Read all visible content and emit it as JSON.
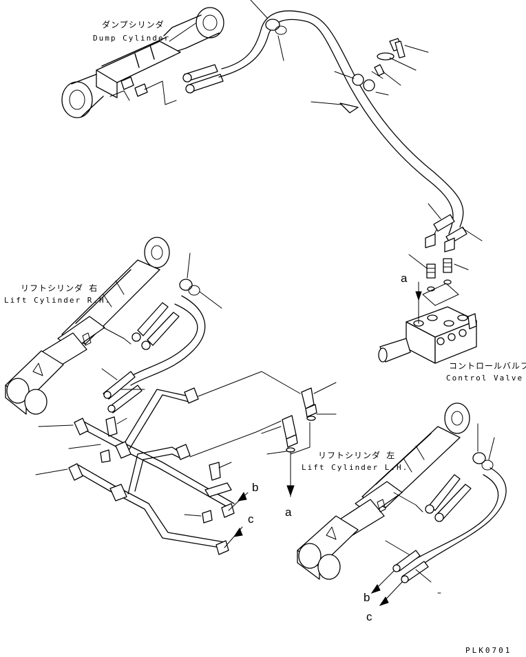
{
  "diagram": {
    "labels": {
      "dump_cylinder_jp": "ダンプシリンダ",
      "dump_cylinder_en": "Dump Cylinder",
      "lift_rh_jp": "リフトシリンダ 右",
      "lift_rh_en": "Lift Cylinder R.H.",
      "lift_lh_jp": "リフトシリンダ 左",
      "lift_lh_en": "Lift Cylinder L.H.",
      "control_valve_jp": "コントロールバルブ",
      "control_valve_en": "Control Valve"
    },
    "connection_marks": {
      "a_top": "a",
      "a_bottom": "a",
      "b_mid": "b",
      "c_mid": "c",
      "b_bottom": "b",
      "c_bottom": "c"
    },
    "drawing_code": "PLK0701"
  }
}
